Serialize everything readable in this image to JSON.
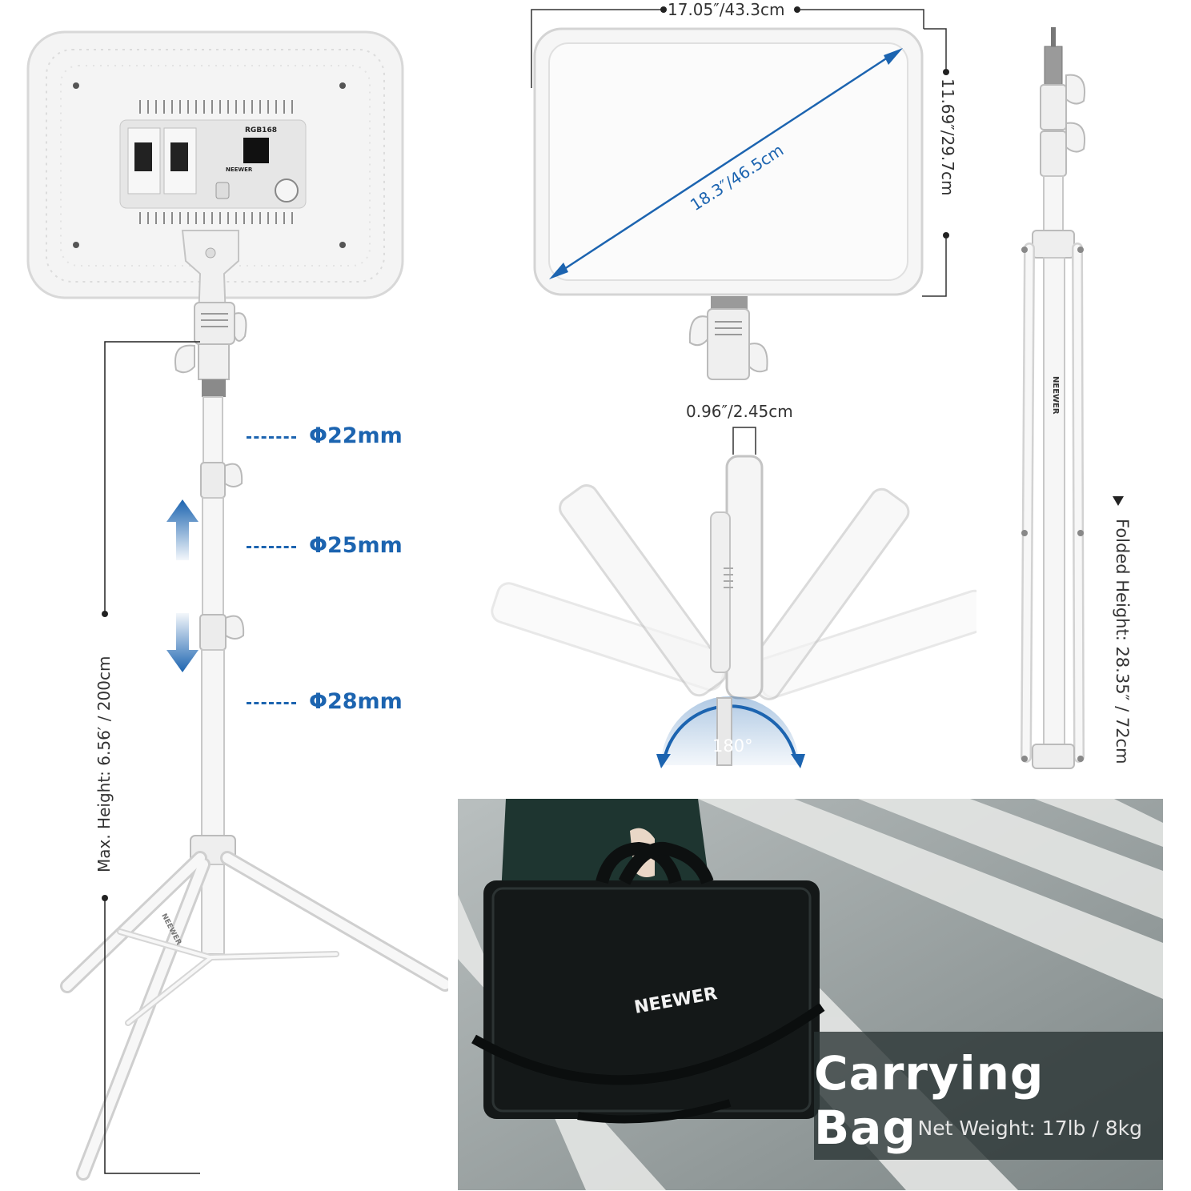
{
  "panel": {
    "model": "RGB168",
    "brand": "NEEWER",
    "width_label": "17.05″/43.3cm",
    "height_label": "11.69″/29.7cm",
    "diagonal_label": "18.3″/46.5cm",
    "thickness_label": "0.96″/2.45cm",
    "rotation_label": "180°"
  },
  "stand": {
    "tube_1": "Φ22mm",
    "tube_2": "Φ25mm",
    "tube_3": "Φ28mm",
    "max_height_label": "Max. Height: 6.56′ / 200cm",
    "folded_height_label": "Folded Height: 28.35″ / 72cm",
    "brand_on_tube": "NEEWER"
  },
  "bag": {
    "title": "Carrying Bag",
    "weight": "Net Weight: 17lb / 8kg",
    "brand": "NEEWER"
  },
  "colors": {
    "accent": "#1c64b0",
    "panel_face": "#f4f4f4",
    "bag": "#141818"
  }
}
